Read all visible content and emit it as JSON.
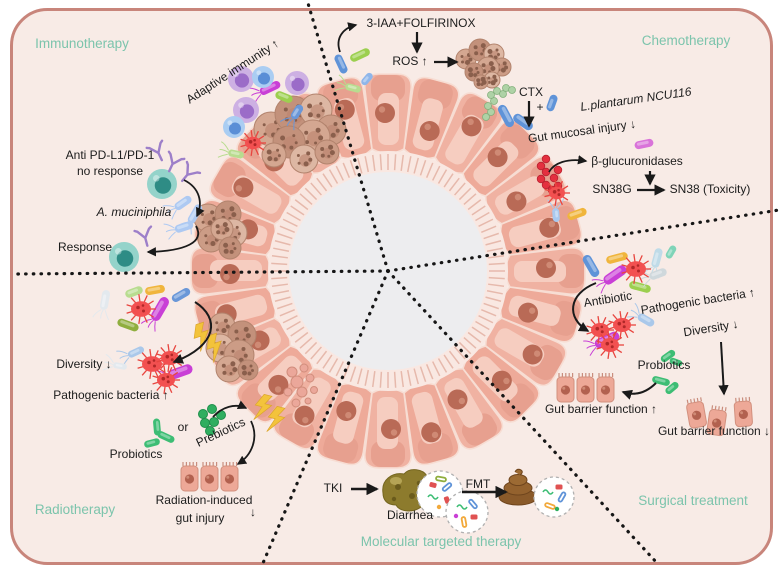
{
  "palette": {
    "accent": "#7cc4ac",
    "panel_bg": "#f8ebe6",
    "panel_border": "#c8857b",
    "ink": "#1c1c1c"
  },
  "sections": {
    "immunotherapy": {
      "title": "Immunotherapy",
      "adaptive_immunity": "Adaptive immunity ↑",
      "anti_pd": "Anti PD-L1/PD-1",
      "no_response": "no response",
      "a_muciniphila": "A. muciniphila",
      "response": "Response"
    },
    "chemotherapy": {
      "title": "Chemotherapy",
      "iaa_folfirinox": "3-IAA+FOLFIRINOX",
      "ros": "ROS ↑",
      "ctx": "CTX",
      "plus": "+",
      "l_plantarum": "L.plantarum NCU116",
      "gut_mucosal_injury": "Gut mucosal injury ↓",
      "beta_glucuronidases": "β-glucuronidases",
      "sn38g": "SN38G",
      "sn38_toxicity": "SN38 (Toxicity)"
    },
    "surgical": {
      "title": "Surgical treatment",
      "antibiotic": "Antibiotic",
      "pathogenic_bacteria": "Pathogenic bacteria ↑",
      "diversity": "Diversity ↓",
      "probiotics": "Probiotics",
      "gut_barrier_up": "Gut barrier function ↑",
      "gut_barrier_down": "Gut barrier function ↓"
    },
    "radiotherapy": {
      "title": "Radiotherapy",
      "diversity": "Diversity ↓",
      "pathogenic_bacteria": "Pathogenic bacteria ↑",
      "probiotics": "Probiotics",
      "or": "or",
      "prebiotics": "Prebiotics",
      "radiation_line1": "Radiation-induced",
      "radiation_line2": "gut injury",
      "down_arrow": "↓"
    },
    "molecular": {
      "title": "Molecular targeted therapy",
      "tki": "TKI",
      "diarrhea": "Diarrhea",
      "fmt": "FMT"
    }
  }
}
